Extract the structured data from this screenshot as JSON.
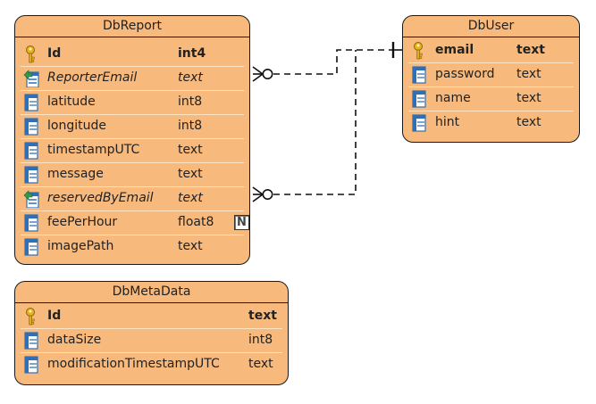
{
  "entities": {
    "dbreport": {
      "title": "DbReport",
      "columns": [
        {
          "name": "Id",
          "type": "int4",
          "kind": "pk"
        },
        {
          "name": "ReporterEmail",
          "type": "text",
          "kind": "fk"
        },
        {
          "name": "latitude",
          "type": "int8",
          "kind": "col"
        },
        {
          "name": "longitude",
          "type": "int8",
          "kind": "col"
        },
        {
          "name": "timestampUTC",
          "type": "text",
          "kind": "col"
        },
        {
          "name": "message",
          "type": "text",
          "kind": "col"
        },
        {
          "name": "reservedByEmail",
          "type": "text",
          "kind": "fk"
        },
        {
          "name": "feePerHour",
          "type": "float8",
          "kind": "col",
          "nullable_badge": "N"
        },
        {
          "name": "imagePath",
          "type": "text",
          "kind": "col"
        }
      ]
    },
    "dbuser": {
      "title": "DbUser",
      "columns": [
        {
          "name": "email",
          "type": "text",
          "kind": "pk"
        },
        {
          "name": "password",
          "type": "text",
          "kind": "col"
        },
        {
          "name": "name",
          "type": "text",
          "kind": "col"
        },
        {
          "name": "hint",
          "type": "text",
          "kind": "col"
        }
      ]
    },
    "dbmetadata": {
      "title": "DbMetaData",
      "columns": [
        {
          "name": "Id",
          "type": "text",
          "kind": "pk"
        },
        {
          "name": "dataSize",
          "type": "int8",
          "kind": "col"
        },
        {
          "name": "modificationTimestampUTC",
          "type": "text",
          "kind": "col"
        }
      ]
    }
  },
  "colors": {
    "entity_fill": "#f7b97c",
    "border": "#1a1a1a",
    "key_icon": "#e8b21c",
    "column_icon": "#2f6fb5"
  }
}
